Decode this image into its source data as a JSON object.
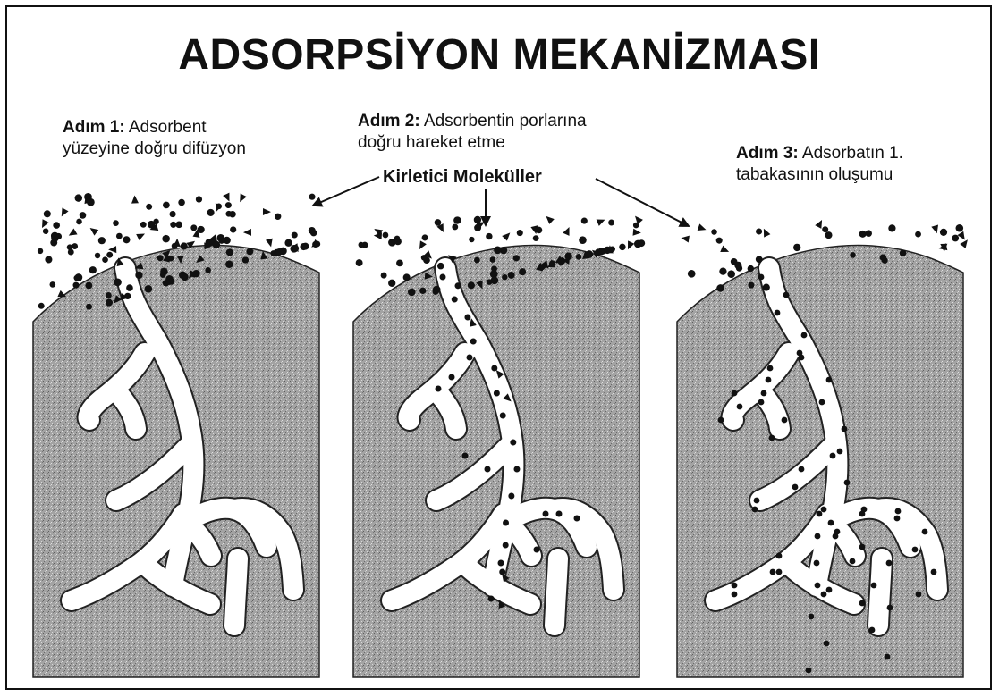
{
  "title": "ADSORPSİYON MEKANİZMASI",
  "molecules_label": "Kirletici Moleküller",
  "steps": [
    {
      "heading": "Adım 1:",
      "line1": "Adsorbent",
      "line2": "yüzeyine doğru difüzyon"
    },
    {
      "heading": "Adım 2:",
      "line1": "Adsorbentin porlarına",
      "line2": "doğru hareket etme"
    },
    {
      "heading": "Adım 3:",
      "line1": "Adsorbatın 1.",
      "line2": "tabakasının oluşumu"
    }
  ],
  "colors": {
    "adsorbent": "#9a9a9a",
    "molecule": "#111111",
    "pore": "#ffffff",
    "outline": "#222222"
  }
}
